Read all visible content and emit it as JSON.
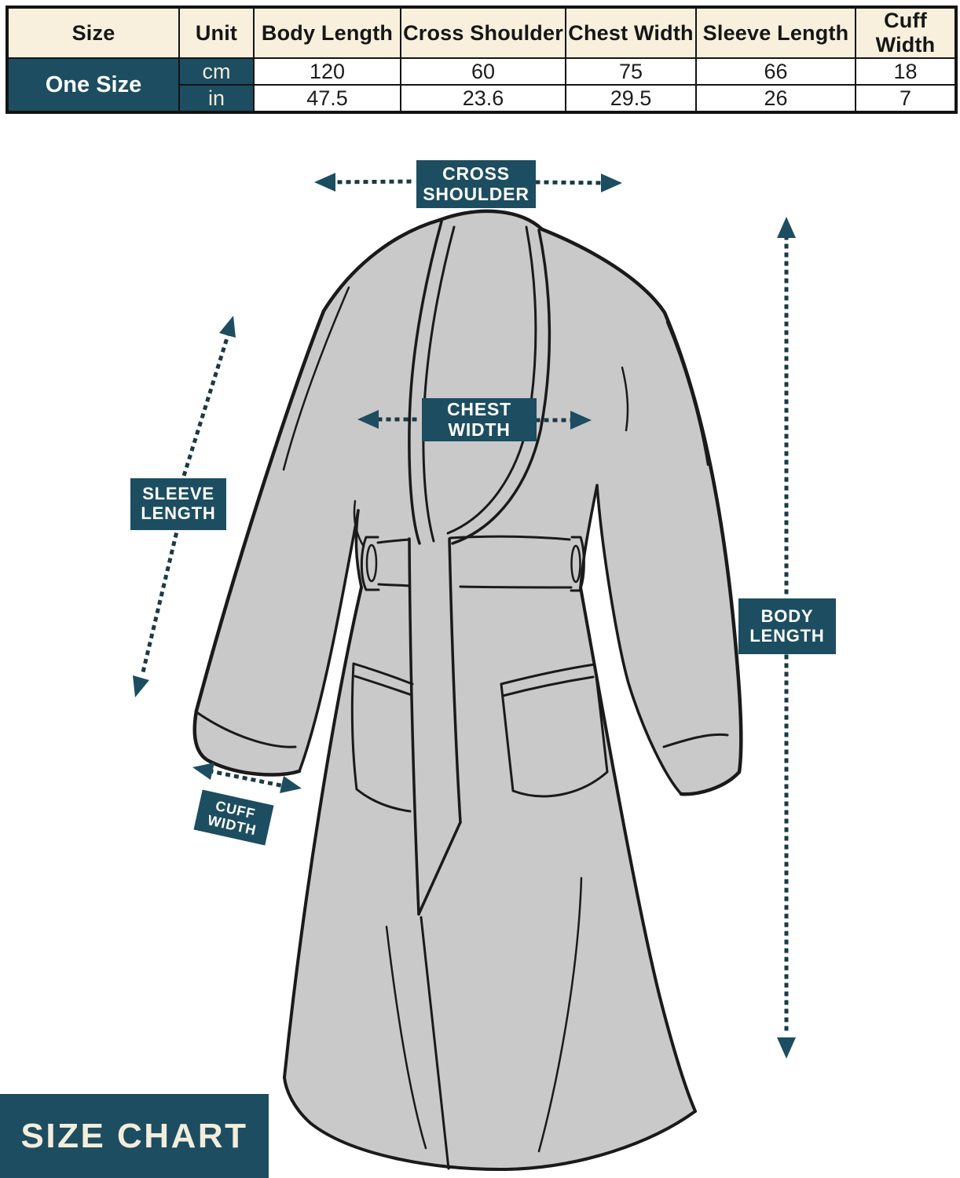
{
  "table": {
    "headers": [
      "Size",
      "Unit",
      "Body Length",
      "Cross Shoulder",
      "Chest Width",
      "Sleeve Length",
      "Cuff Width"
    ],
    "size_label": "One Size",
    "rows": [
      {
        "unit": "cm",
        "values": [
          "120",
          "60",
          "75",
          "66",
          "18"
        ]
      },
      {
        "unit": "in",
        "values": [
          "47.5",
          "23.6",
          "29.5",
          "26",
          "7"
        ]
      }
    ]
  },
  "diagram": {
    "labels": {
      "cross_shoulder": [
        "CROSS",
        "SHOULDER"
      ],
      "chest_width": [
        "CHEST",
        "WIDTH"
      ],
      "sleeve_length": [
        "SLEEVE",
        "LENGTH"
      ],
      "cuff_width": [
        "CUFF",
        "WIDTH"
      ],
      "body_length": [
        "BODY",
        "LENGTH"
      ]
    },
    "title": "SIZE CHART"
  },
  "colors": {
    "teal": "#1d4d60",
    "header_cream": "#f8efdc",
    "cream_text": "#f3ead6",
    "robe_gray": "#c9c9c9",
    "outline": "#1a1a1a",
    "dotted_line": "#1b3946"
  }
}
